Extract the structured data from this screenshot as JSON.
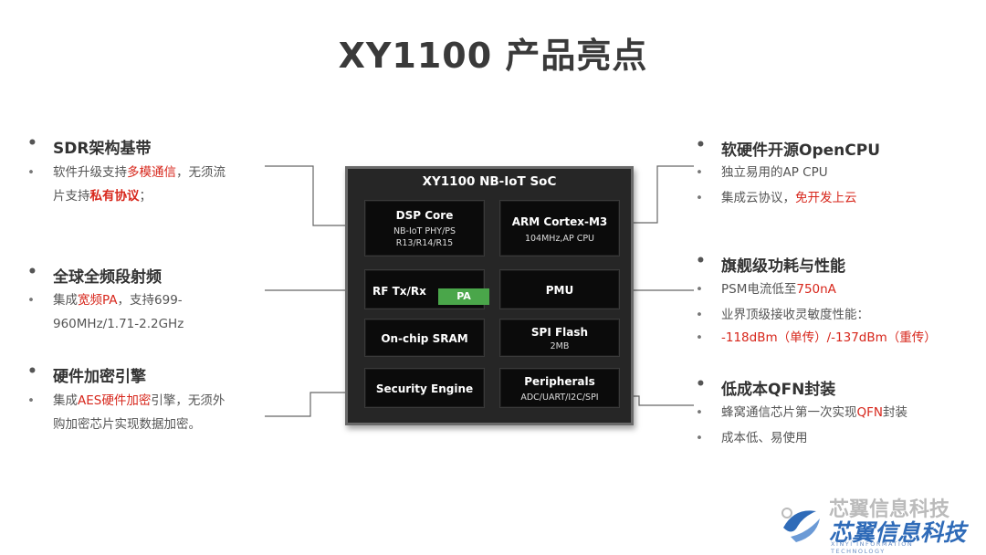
{
  "title": "XY1100 产品亮点",
  "left": [
    {
      "head": "SDR架构基带",
      "lines": [
        [
          "软件升级支持",
          "多模通信",
          "，无须流"
        ],
        [
          "片支持",
          "私有协议",
          "；"
        ]
      ]
    },
    {
      "head": "全球全频段射频",
      "lines": [
        [
          "集成",
          "宽频PA",
          "，支持699-"
        ],
        [
          "960MHz/1.71-2.2GHz",
          "",
          ""
        ]
      ]
    },
    {
      "head": "硬件加密引擎",
      "lines": [
        [
          "集成",
          "AES硬件加密",
          "引擎，无须外"
        ],
        [
          "购加密芯片实现数据加密。",
          "",
          ""
        ]
      ]
    }
  ],
  "right": [
    {
      "head": "软硬件开源OpenCPU",
      "lines": [
        [
          "独立易用的AP CPU",
          "",
          ""
        ],
        [
          "集成云协议，",
          "免开发上云",
          ""
        ]
      ]
    },
    {
      "head": "旗舰级功耗与性能",
      "lines": [
        [
          "PSM电流低至",
          "750nA",
          ""
        ],
        [
          "业界顶级接收灵敏度性能：",
          "",
          ""
        ],
        [
          "",
          "-118dBm（单传）/-137dBm（重传）",
          ""
        ]
      ]
    },
    {
      "head": "低成本QFN封装",
      "lines": [
        [
          "蜂窝通信芯片第一次实现",
          "QFN",
          "封装"
        ],
        [
          "成本低、易使用",
          "",
          ""
        ]
      ]
    }
  ],
  "soc": {
    "title": "XY1100 NB-IoT SoC",
    "dsp": {
      "title": "DSP Core",
      "sub1": "NB-IoT PHY/PS",
      "sub2": "R13/R14/R15"
    },
    "arm": {
      "title": "ARM Cortex-M3",
      "sub1": "104MHz,AP CPU"
    },
    "rf": {
      "title": "RF Tx/Rx",
      "pa": "PA"
    },
    "pmu": {
      "title": "PMU"
    },
    "sram": {
      "title": "On-chip SRAM"
    },
    "spi": {
      "title": "SPI Flash",
      "sub1": "2MB"
    },
    "sec": {
      "title": "Security Engine"
    },
    "per": {
      "title": "Peripherals",
      "sub1": "ADC/UART/I2C/SPI"
    }
  },
  "watermark": {
    "top": "芯翼信息科技",
    "main": "芯翼信息科技",
    "sub": "XINYI INFORMATION TECHNOLOGY"
  },
  "colors": {
    "accent": "#d7261b",
    "soc_bg": "#262626",
    "pa": "#4aa64a",
    "brand": "#2f6bb8"
  }
}
